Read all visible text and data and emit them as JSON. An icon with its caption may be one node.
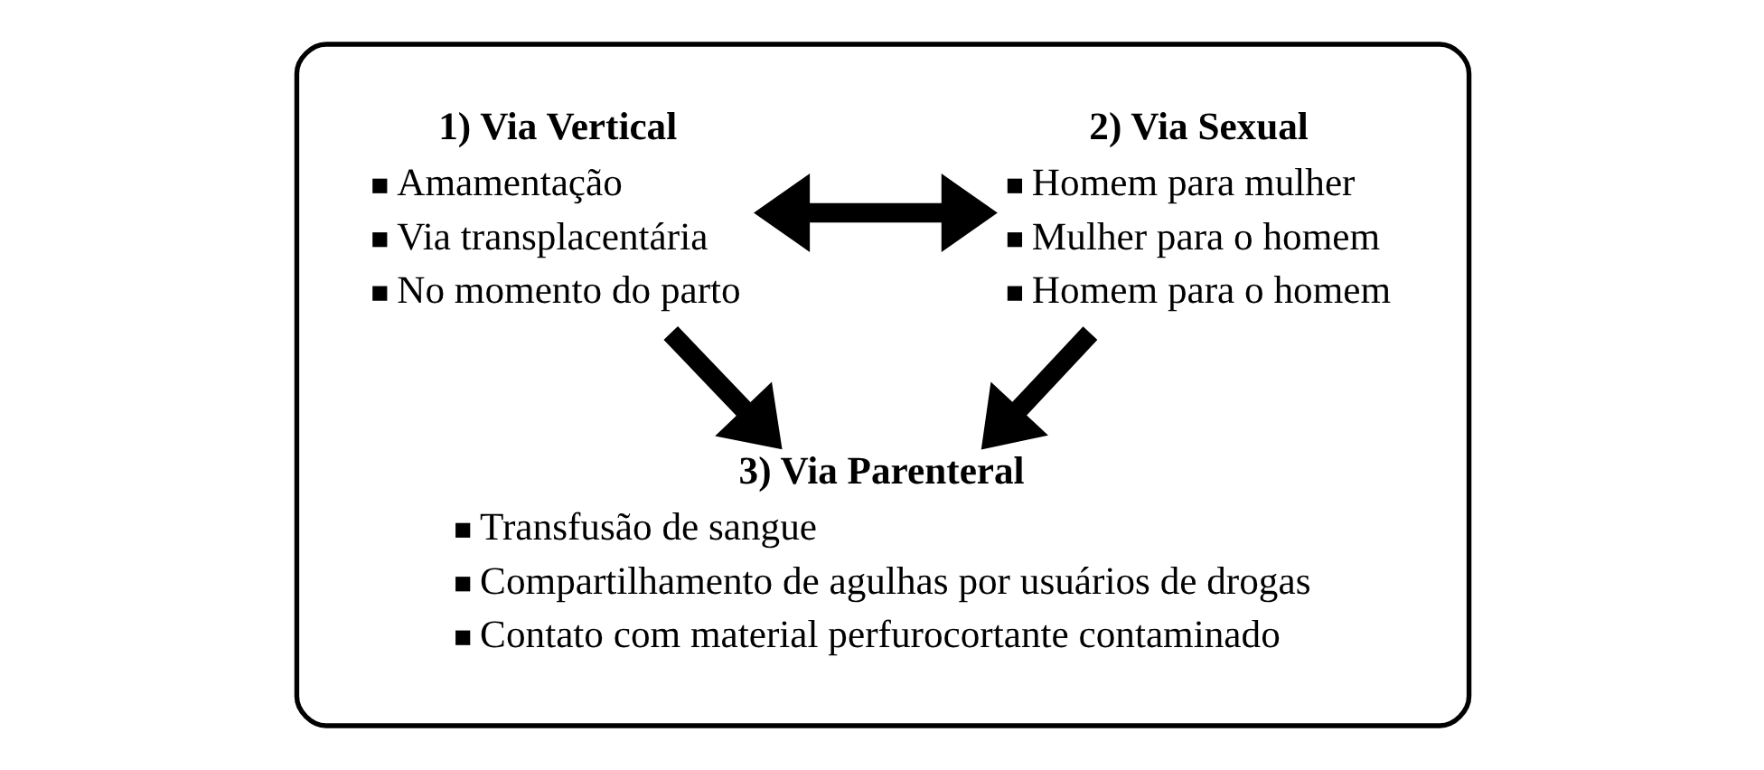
{
  "diagram": {
    "nodes": [
      {
        "text": [],
        "shape": "box"
      },
      {
        "text": [
          "1) Via Vertical",
          "Amamentação",
          "Via transplacentária",
          "No momento do parto"
        ],
        "in": 0
      },
      {
        "text": [
          "2) Via Sexual",
          "Homem para mulher",
          "Mulher para o homem",
          "Homem para o homem"
        ],
        "in": 0
      },
      {
        "text": [
          "3) Via Parenteral",
          "Transfusão de sangue",
          "Compartilhamento de agulhas por usuários de drogas",
          "Contato com material perfurocortante contaminado"
        ],
        "in": 0
      }
    ],
    "edges": [
      {
        "from": 1,
        "to": 2,
        "arrow": "both"
      },
      {
        "from": 1,
        "to": 3,
        "arrow": "to"
      },
      {
        "from": 2,
        "to": 3,
        "arrow": "to"
      }
    ]
  }
}
